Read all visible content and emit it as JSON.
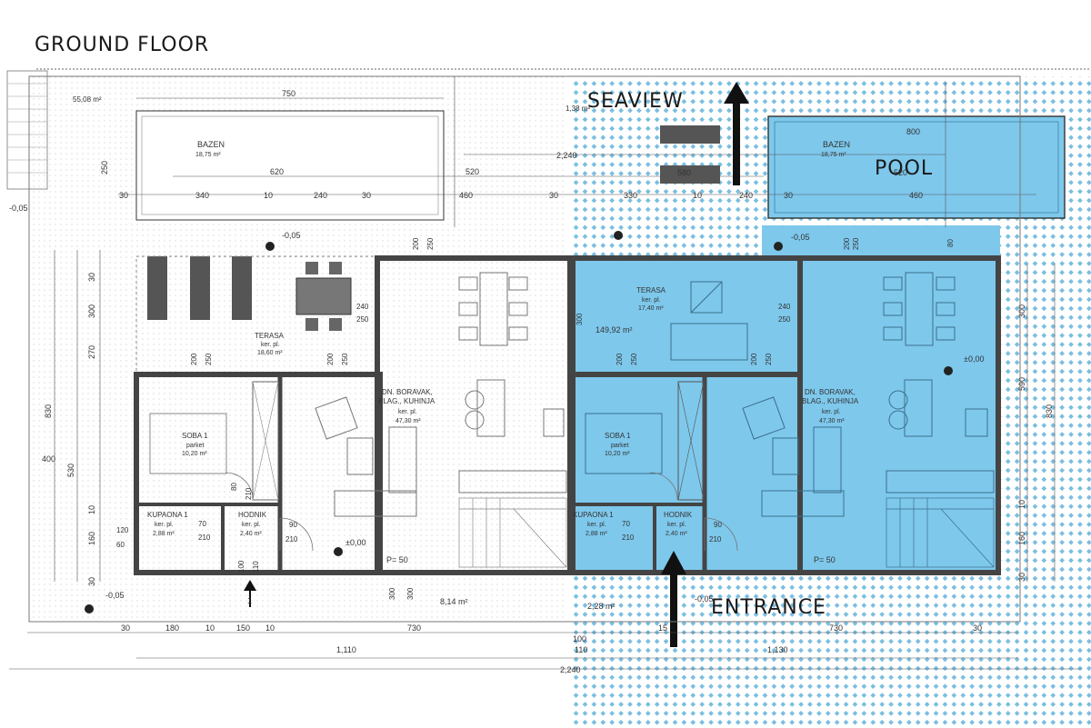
{
  "title": "GROUND FLOOR",
  "labels": {
    "seaview": "SEAVIEW",
    "pool": "POOL",
    "entrance": "ENTRANCE"
  },
  "colors": {
    "highlight": "#7ec8ec",
    "pattern": "#5aaed8",
    "wall": "#444444",
    "arrow": "#111111"
  },
  "left_unit": {
    "area_plot": "55,08 m²",
    "pool": {
      "name": "BAZEN",
      "area": "18,75 m²",
      "dims": [
        "750",
        "620",
        "520",
        "250"
      ]
    },
    "terrace": {
      "name": "TERASA",
      "finish": "ker. pl.",
      "area": "18,60 m²"
    },
    "living": {
      "name": "DN. BORAVAK,",
      "name2": "BLAG., KUHINJA",
      "finish": "ker. pl.",
      "area": "47,30 m²"
    },
    "bedroom": {
      "name": "SOBA 1",
      "finish": "parket",
      "area": "10,20 m²"
    },
    "bathroom": {
      "name": "KUPAONA 1",
      "finish": "ker. pl.",
      "area": "2,88 m²"
    },
    "hall": {
      "name": "HODNIK",
      "finish": "ker. pl.",
      "area": "2,40 m²"
    },
    "front_area": "8,14 m²",
    "level_zero": "±0,00",
    "level_minus": "-0,05",
    "p_value": "P= 50",
    "entry_mark": "1"
  },
  "right_unit": {
    "area_plot": "1,38 m²",
    "pool": {
      "name": "BAZEN",
      "area": "18,75 m²",
      "dims": [
        "800",
        "580",
        "520",
        "460"
      ]
    },
    "terrace": {
      "name": "TERASA",
      "finish": "ker. pl.",
      "area": "17,40 m²"
    },
    "garden_area": "149,92 m²",
    "living": {
      "name": "DN. BORAVAK,",
      "name2": "BLAG., KUHINJA",
      "finish": "ker. pl.",
      "area": "47,30 m²"
    },
    "bedroom": {
      "name": "SOBA 1",
      "finish": "parket",
      "area": "10,20 m²"
    },
    "bathroom": {
      "name": "KUPAONA 1",
      "finish": "ker. pl.",
      "area": "2,88 m²"
    },
    "hall": {
      "name": "HODNIK",
      "finish": "ker. pl.",
      "area": "2,40 m²"
    },
    "front_area": "2,28 m²",
    "level_zero": "±0,00",
    "level_minus": "-0,05",
    "p_value": "P= 50"
  },
  "dimensions": {
    "bottom_row": [
      "30",
      "180",
      "10",
      "150",
      "10",
      "730",
      "15",
      "730",
      "30"
    ],
    "total_left": "1,110",
    "total_right": "1,130",
    "total_all": "2,240",
    "top_total": "2,240",
    "pool_row": [
      "30",
      "340",
      "10",
      "240",
      "30",
      "460",
      "30",
      "330",
      "10",
      "240",
      "30",
      "460"
    ],
    "left_side": [
      "400",
      "830",
      "300",
      "270",
      "30",
      "530",
      "160",
      "10",
      "30"
    ],
    "right_side": [
      "830",
      "590",
      "300",
      "10",
      "160",
      "30"
    ],
    "misc": [
      "200",
      "250",
      "240",
      "250",
      "200",
      "250",
      "200",
      "250",
      "90",
      "210",
      "70",
      "210",
      "80",
      "210",
      "120",
      "60",
      "100",
      "110",
      "300",
      "300",
      "100",
      "110",
      "80"
    ]
  }
}
